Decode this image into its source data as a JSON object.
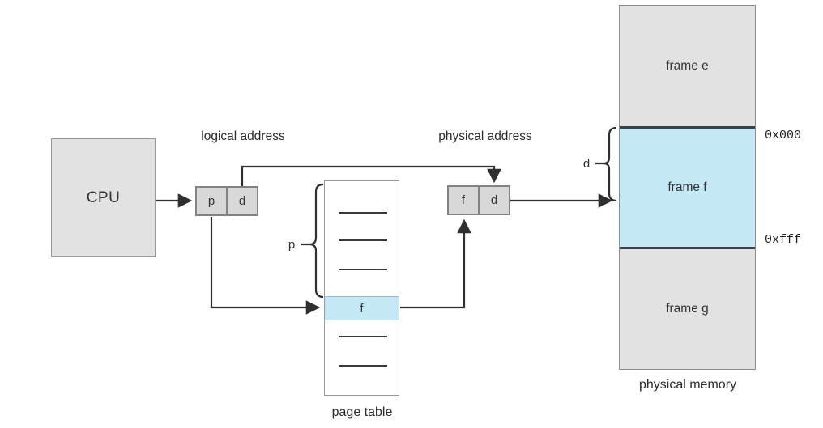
{
  "diagram": {
    "cpu": {
      "label": "CPU"
    },
    "logical_address": {
      "caption": "logical address",
      "page_field": "p",
      "offset_field": "d"
    },
    "physical_address": {
      "caption": "physical address",
      "frame_field": "f",
      "offset_field": "d"
    },
    "page_table": {
      "caption": "page table",
      "highlighted_entry": "f",
      "brace_label": "p"
    },
    "physical_memory": {
      "caption": "physical memory",
      "frames": [
        {
          "label": "frame e"
        },
        {
          "label": "frame f"
        },
        {
          "label": "frame g"
        }
      ],
      "frame_start_offset": "0x000",
      "frame_end_offset": "0xfff",
      "offset_brace_label": "d"
    },
    "colors": {
      "box_gray": "#e2e2e2",
      "register_gray": "#d8d8d8",
      "highlight_blue": "#c4e8f6",
      "frame_divider_dark": "#38404c",
      "line_dark": "#2f2f2f",
      "border_gray": "#8c8c8c"
    }
  }
}
